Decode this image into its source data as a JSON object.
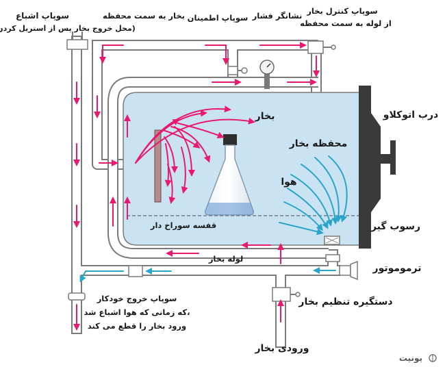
{
  "colors": {
    "steam": "#e8196e",
    "air": "#2aa5c8",
    "chamber": "#c9e3f2",
    "pipe": "#ffffff",
    "pipe_outline": "#7a7a7a",
    "door": "#3a3a3a",
    "rack": "#b98a8a"
  },
  "labels": {
    "safety_valve_title": "سوپاپ اشباع",
    "safety_valve_note": "(محل خروج بخار پس از استریل کردن)",
    "steam_to_chamber_top": "بخار به سمت محفظه",
    "relief_valve": "سوپاپ اطمینان",
    "pressure_gauge": "نشانگر فشار",
    "steam_control_valve_1": "سوپاپ کنترل بخار",
    "steam_control_valve_2": "از لوله به سمت محفظه",
    "autoclave_door": "درب اتوکلاو",
    "steam": "بخار",
    "steam_chamber": "محفظه بخار",
    "air": "هوا",
    "perforated_basket": "قفسه سوراخ دار",
    "sediment_trap": "رسوب گیر",
    "steam_pipe": "لوله بخار",
    "thermometer": "ترموموتور",
    "auto_exhaust_1": "سوپاپ خروج خودکار",
    "auto_exhaust_2": "،که زمانی که هوا اشباع شد",
    "auto_exhaust_3": "ورود بخار را قطع می کند",
    "steam_regulator": "دستگیره تنظیم بخار",
    "steam_inlet": "ورودی بخار",
    "logo_text": "یونیت"
  }
}
